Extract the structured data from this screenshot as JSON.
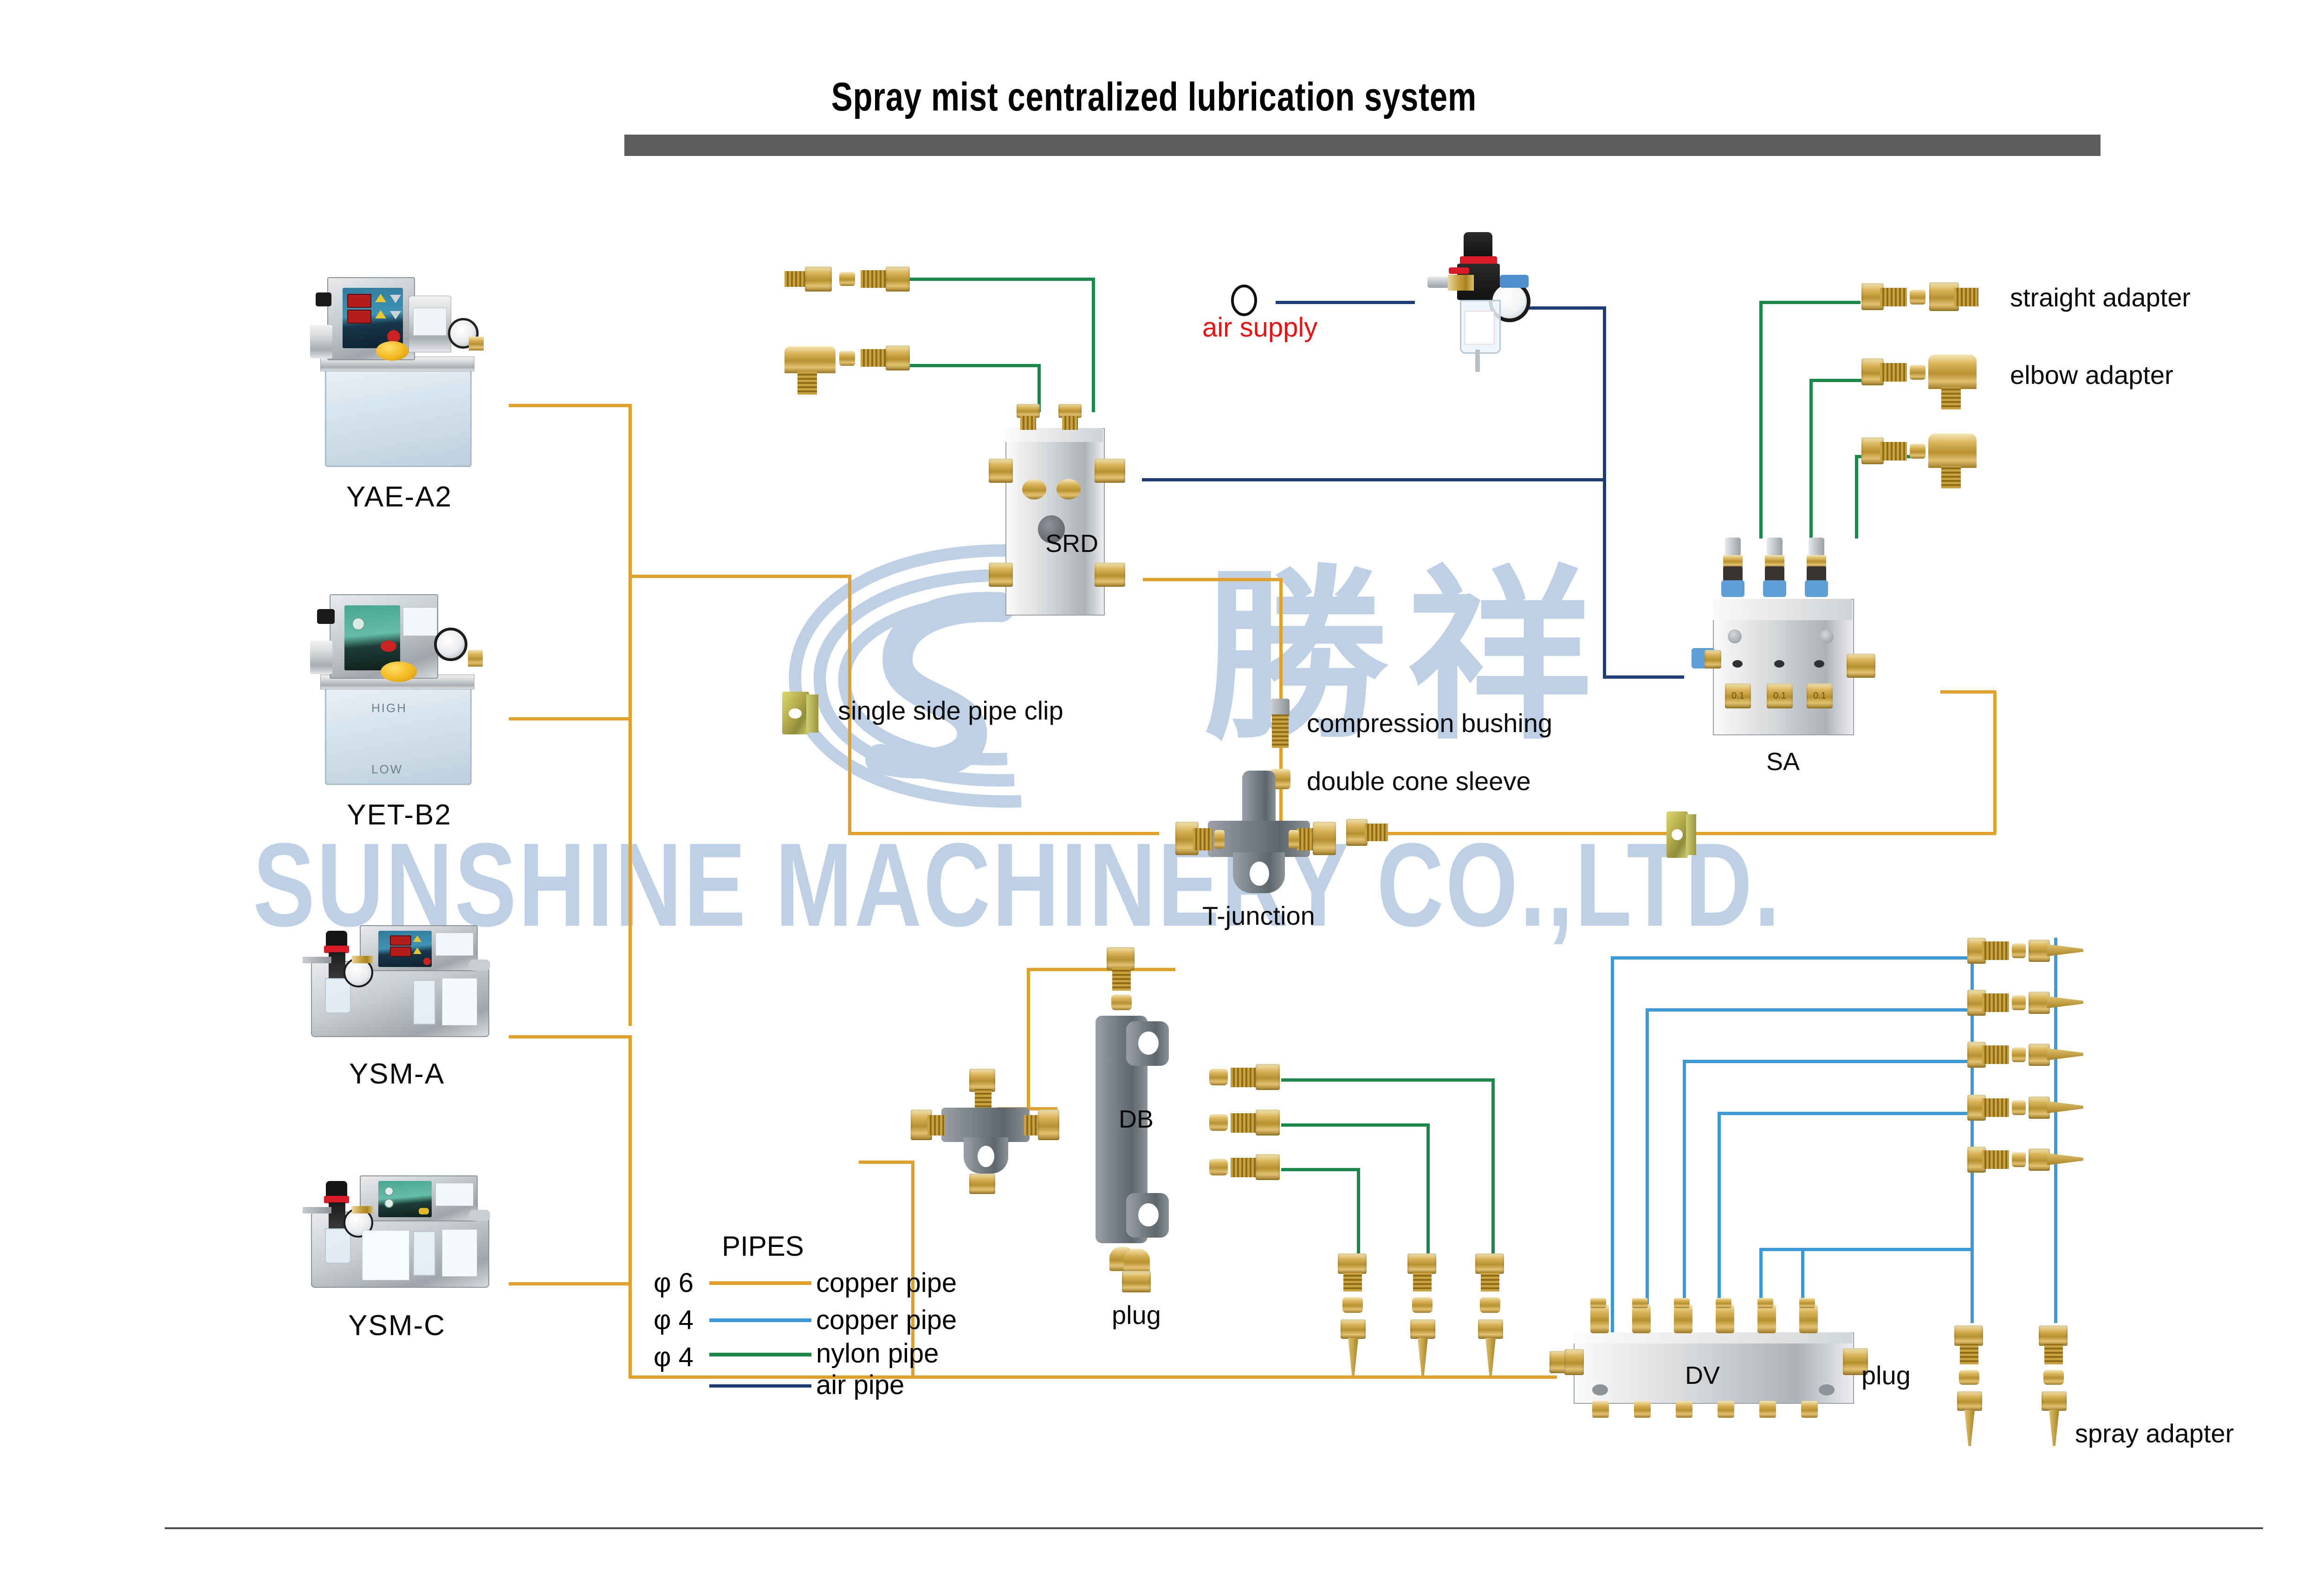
{
  "title": "Spray mist centralized lubrication system",
  "watermark": {
    "company": "SUNSHINE MACHINERY CO.,LTD.",
    "chinese": "勝祥"
  },
  "pumps": [
    {
      "label": "YAE-A2"
    },
    {
      "label": "YET-B2"
    },
    {
      "label": "YSM-A"
    },
    {
      "label": "YSM-C"
    }
  ],
  "blocks": [
    {
      "label": "SRD"
    },
    {
      "label": "SA"
    },
    {
      "label": "DB"
    },
    {
      "label": "DV"
    }
  ],
  "labels": {
    "air_supply": "air  supply",
    "straight_adapter": "straight  adapter",
    "elbow_adapter": "elbow  adapter",
    "pipe_clip": "single  side  pipe  clip",
    "compression_bushing": "compression  bushing",
    "double_cone_sleeve": "double  cone  sleeve",
    "t_junction": "T-junction",
    "plug_db": "plug",
    "plug_dv": "plug",
    "spray_adapter": "spray  adapter"
  },
  "legend": {
    "title": "PIPES",
    "rows": [
      {
        "size": "φ 6",
        "name": "copper  pipe",
        "color": "#e3a028"
      },
      {
        "size": "φ 4",
        "name": "copper  pipe",
        "color": "#3a99d8"
      },
      {
        "size": "φ 4",
        "name": "nylon  pipe",
        "color": "#1a8a4a"
      },
      {
        "size": "",
        "name": "air  pipe",
        "color": "#1d3c78"
      }
    ]
  },
  "sa_nozzle_marks": [
    "0.1",
    "0.1",
    "0.1"
  ],
  "colors": {
    "copper6": "#e3a028",
    "copper4": "#3a99d8",
    "nylon4": "#1a8a4a",
    "air": "#1d3c78",
    "air_supply_text": "#ee1111",
    "title_bar": "#5c5c5c",
    "watermark": "#b9cde3"
  }
}
